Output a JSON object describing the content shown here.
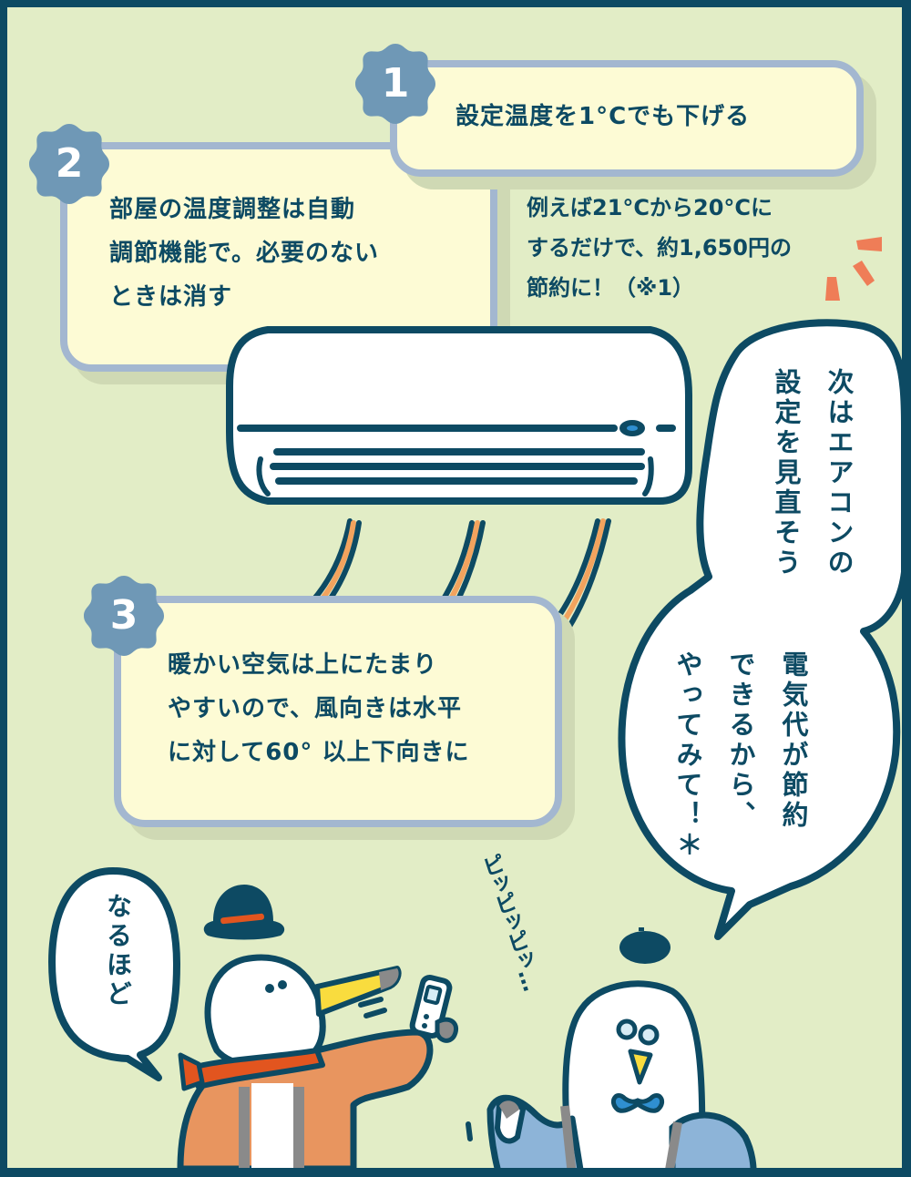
{
  "tips": [
    {
      "number": "1",
      "text": "設定温度を1°Cでも下げる"
    },
    {
      "number": "2",
      "lines": [
        "部屋の温度調整は自動",
        "調節機能で。必要のない",
        "ときは消す"
      ]
    },
    {
      "number": "3",
      "lines": [
        "暖かい空気は上にたまり",
        "やすいので、風向きは水平",
        "に対して60° 以上下向きに"
      ]
    }
  ],
  "tip1_note": {
    "lines": [
      "例えば21°Cから20°Cに",
      "するだけで、約1,650円の",
      "節約に！（※1）"
    ]
  },
  "speech": {
    "right_top": [
      "次はエアコンの",
      "設定を見直そう"
    ],
    "right_bottom": [
      "電気代が節約",
      "できるから、",
      "やってみて！＊"
    ],
    "left": "なるほど"
  },
  "sound_effect": "ピッピッピッ…",
  "colors": {
    "frame": "#0d4a63",
    "background": "#e2edc6",
    "card_fill": "#fdfbd5",
    "card_border": "#a3b7d0",
    "badge": "#6f98b6",
    "accent_orange": "#ef7d57",
    "text": "#0d4a63"
  }
}
